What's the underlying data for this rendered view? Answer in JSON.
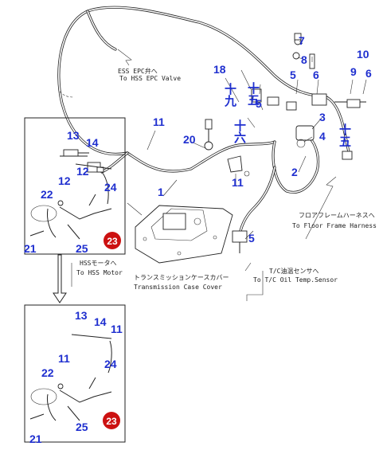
{
  "notes": {
    "ess_jp": "ESS EPC弁へ",
    "ess_en": "To HSS EPC Valve",
    "floor_jp": "フロアフレームハーネスへ",
    "floor_en": "To Floor Frame Harness",
    "tc_jp": "T/C油温センサへ",
    "tc_en": "To T/C Oil Temp.Sensor",
    "trans_jp": "トランスミッションケースカバー",
    "trans_en": "Transmission Case Cover",
    "hssm_jp": "HSSモータへ",
    "hssm_en": "To HSS Motor"
  },
  "callouts": {
    "c1": "1",
    "c2": "2",
    "c3": "3",
    "c4": "4",
    "c5a": "5",
    "c5b": "5",
    "c5c": "5",
    "c6a": "6",
    "c6b": "6",
    "c7": "7",
    "c8": "8",
    "c9": "9",
    "c10": "10",
    "c11a": "11",
    "c11b": "11",
    "c12": "12",
    "c13": "13",
    "c14": "14",
    "c18": "18",
    "c20": "20",
    "c21": "21",
    "c22": "22",
    "c24": "24",
    "c25": "25",
    "c23": "23",
    "i11": "11",
    "i13": "13",
    "i14": "14",
    "i11b": "11",
    "i21": "21",
    "i22": "22",
    "i24": "24",
    "i25": "25",
    "i23": "23"
  },
  "kanji": {
    "k19": "十九",
    "k15a": "十五",
    "k16": "十六",
    "k15b": "十五"
  },
  "colors": {
    "callout": "#1f2fcf",
    "badge": "#cc1111",
    "line": "#222222"
  }
}
